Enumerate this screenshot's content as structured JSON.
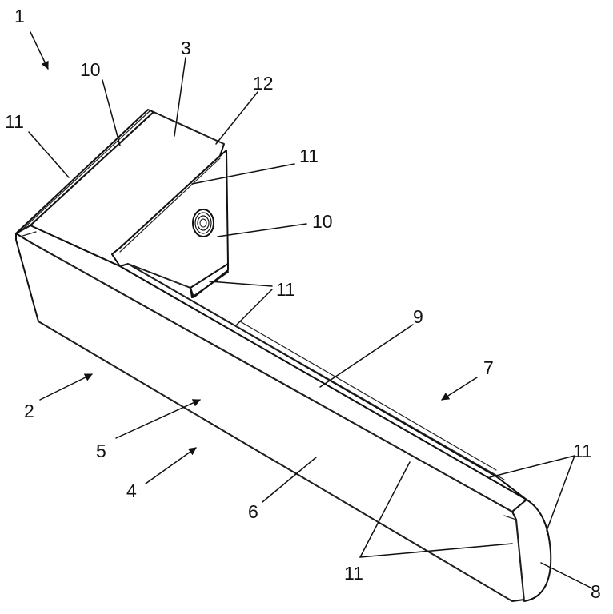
{
  "figure": {
    "reference_numerals": {
      "assembly": "1",
      "body": "2",
      "block": "3",
      "underside": "4",
      "front_face": "5",
      "arm_front": "6",
      "top_side": "7",
      "end": "8",
      "arm_top": "9",
      "block_top": "10",
      "block_side": "10",
      "left_chamfer": "11",
      "upper_chamfer": "11",
      "inner_chamfers": "11",
      "end_chamfers": "11",
      "bottom_chamfers": "11",
      "edge": "12"
    }
  }
}
